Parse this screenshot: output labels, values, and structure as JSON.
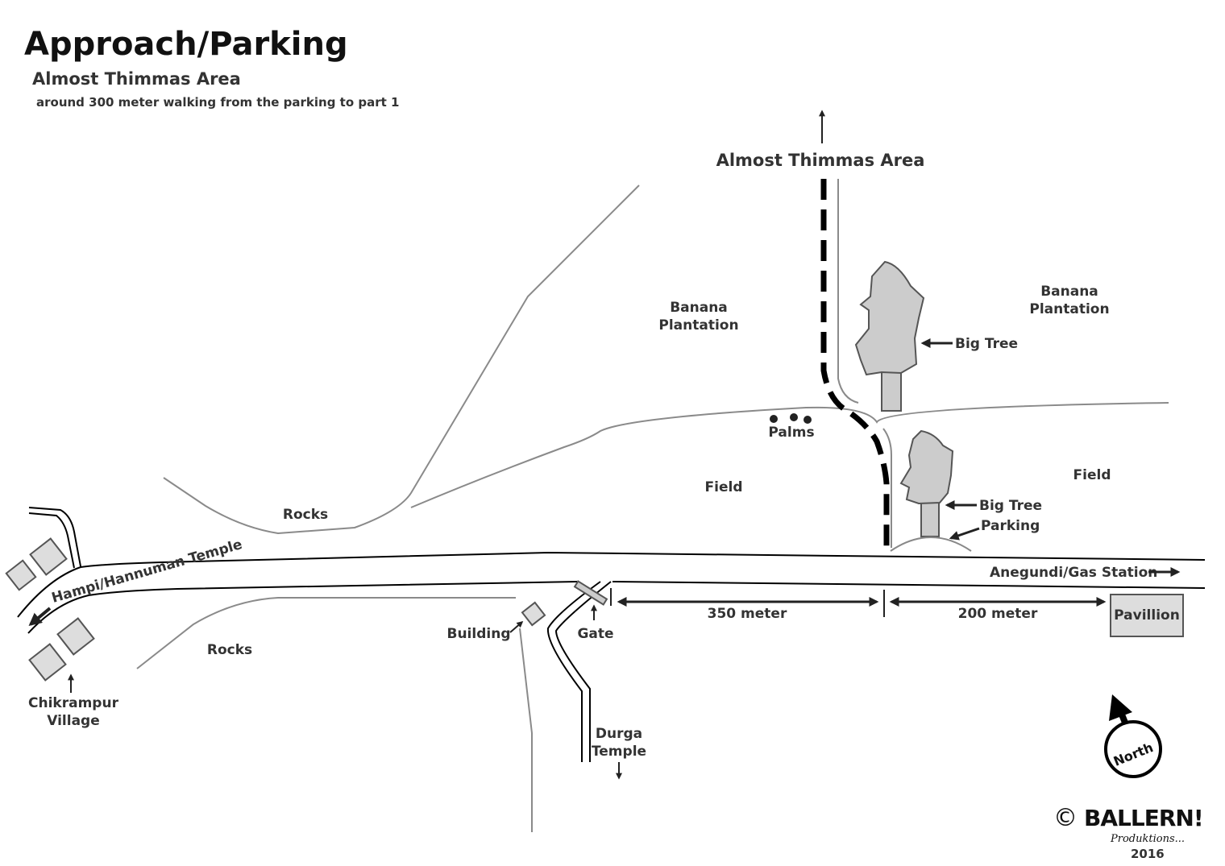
{
  "header": {
    "title": "Approach/Parking",
    "subtitle": "Almost Thimmas Area",
    "description": "around 300 meter walking from the parking to part 1"
  },
  "labels": {
    "destination": "Almost Thimmas Area",
    "banana_left_1": "Banana",
    "banana_left_2": "Plantation",
    "banana_right_1": "Banana",
    "banana_right_2": "Plantation",
    "big_tree_1": "Big Tree",
    "big_tree_2": "Big Tree",
    "palms": "Palms",
    "field_left": "Field",
    "field_right": "Field",
    "parking": "Parking",
    "rocks_upper": "Rocks",
    "rocks_lower": "Rocks",
    "road_left": "Hampi/Hannuman Temple",
    "road_right": "Anegundi/Gas Station",
    "building": "Building",
    "gate": "Gate",
    "distance_1": "350 meter",
    "distance_2": "200 meter",
    "pavillion": "Pavillion",
    "village_1": "Chikrampur",
    "village_2": "Village",
    "durga_1": "Durga",
    "durga_2": "Temple",
    "north": "North"
  },
  "logo": {
    "brand": "BALLERN!",
    "tagline": "Produktions...",
    "year": "2016",
    "copyright": "©"
  }
}
